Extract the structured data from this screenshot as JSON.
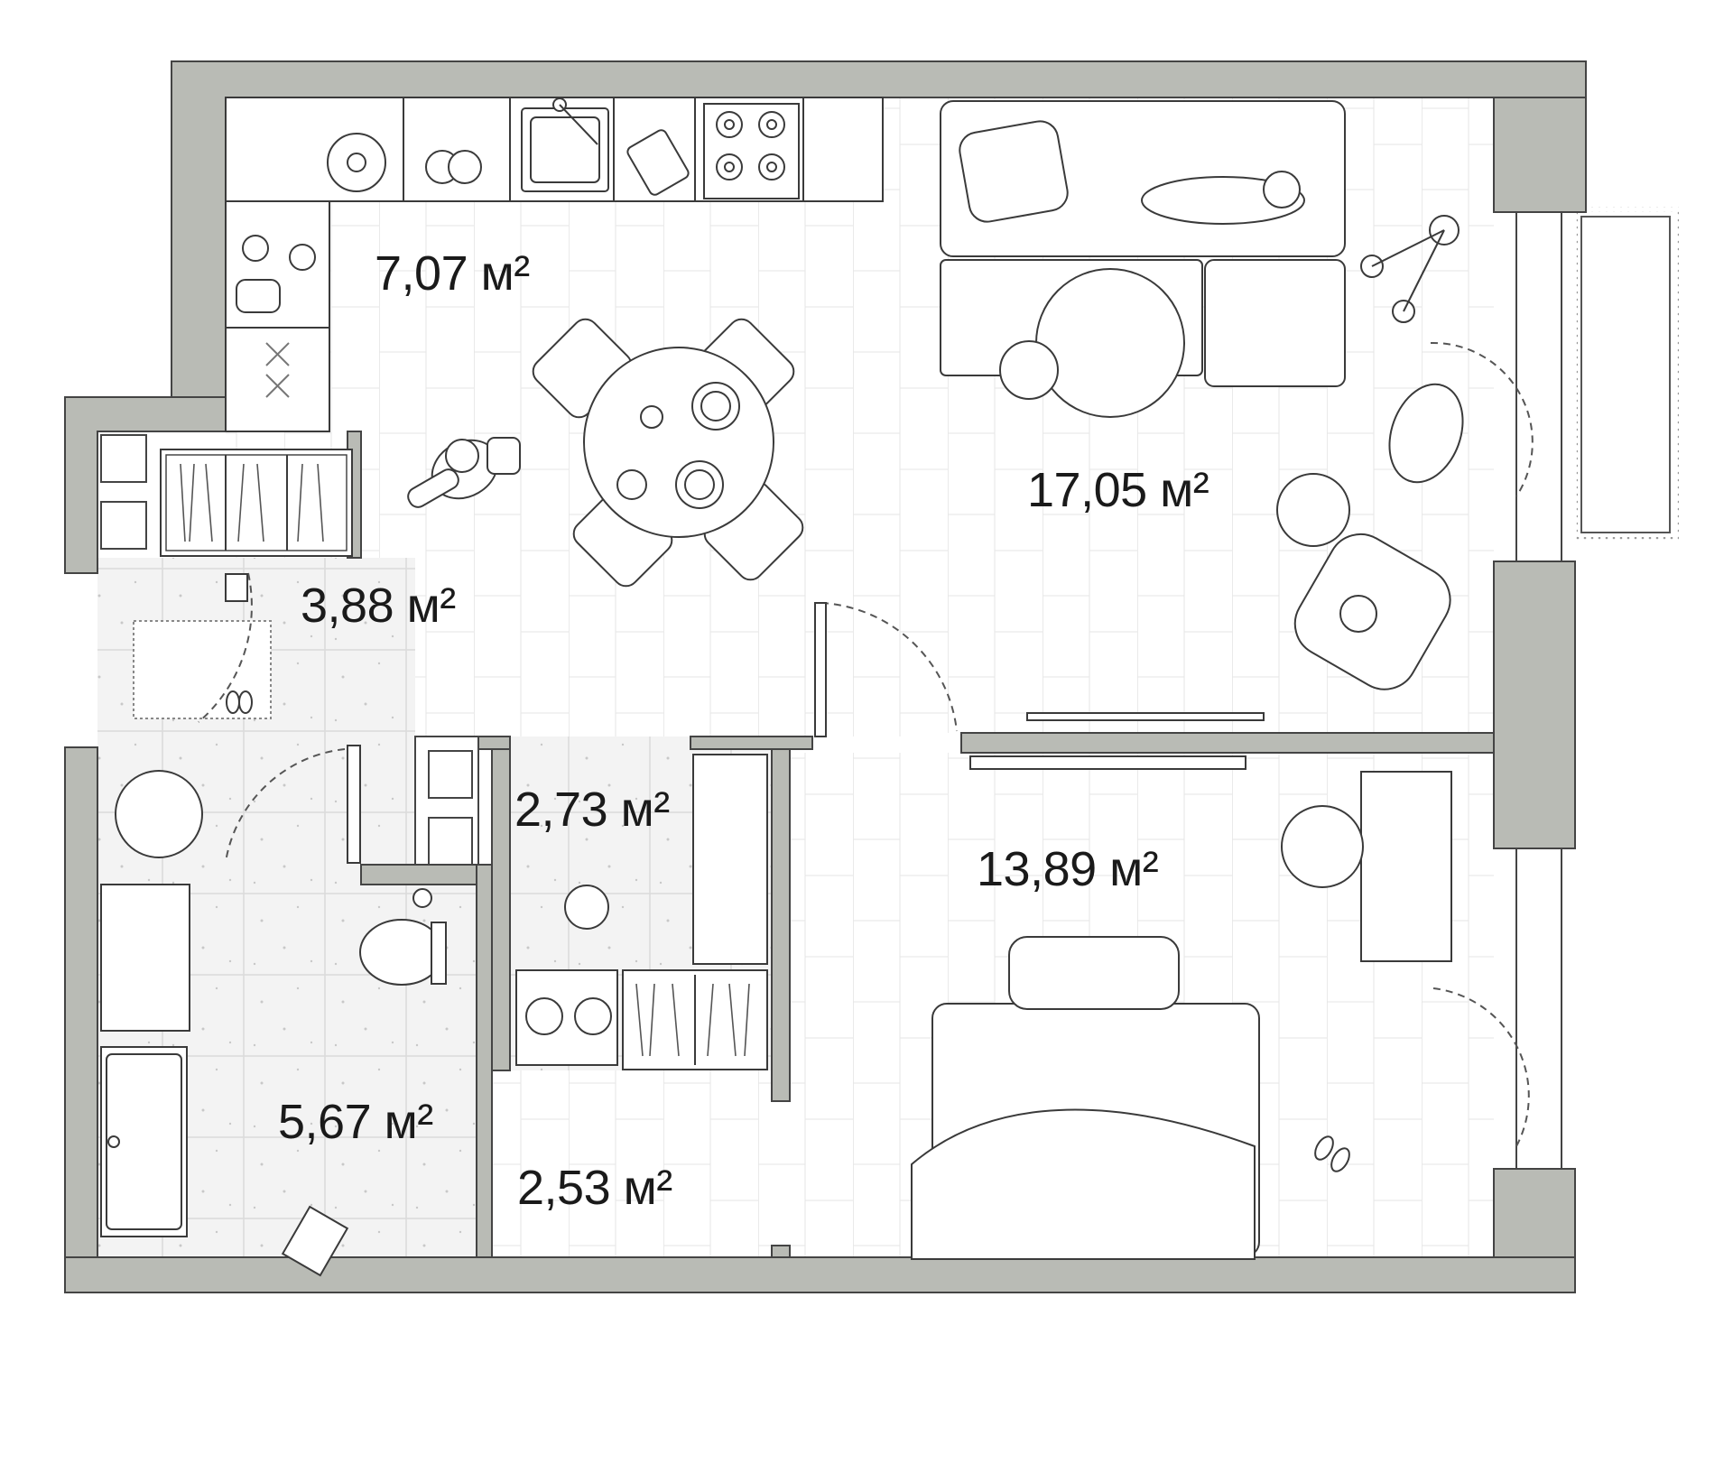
{
  "colors": {
    "wall": "#b9bbb5",
    "wall_outline": "#555555",
    "line": "#3a3a3a",
    "floor_line": "#d9d9d9",
    "tile": "#f1f1f1"
  },
  "rooms": [
    {
      "id": "kitchen",
      "area": "7,07 м²"
    },
    {
      "id": "living",
      "area": "17,05 м²"
    },
    {
      "id": "hall",
      "area": "3,88 м²"
    },
    {
      "id": "laundry",
      "area": "2,73 м²"
    },
    {
      "id": "bedroom",
      "area": "13,89 м²"
    },
    {
      "id": "bathroom",
      "area": "5,67 м²"
    },
    {
      "id": "closet",
      "area": "2,53 м²"
    }
  ],
  "icons": [
    "sofa-icon",
    "person-lying-icon",
    "coffee-table-icon",
    "armchair-icon",
    "pouf-icon",
    "baby-bouncer-icon",
    "floor-lamp-icon",
    "dining-table-icon",
    "chair-icon",
    "person-walking-icon",
    "stove-icon",
    "sink-icon",
    "bed-icon",
    "pillow-icon",
    "desk-icon",
    "desk-chair-icon",
    "toilet-icon",
    "bathtub-icon",
    "washing-machine-icon",
    "wardrobe-icon",
    "slippers-icon",
    "door-swing-icon",
    "window-icon",
    "balcony-icon"
  ]
}
